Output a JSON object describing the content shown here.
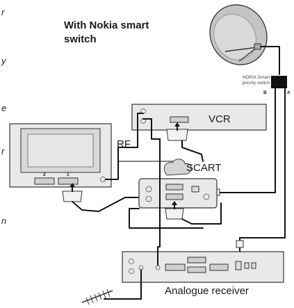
{
  "title_line1": "With Nokia smart",
  "title_line2": "switch",
  "labels": {
    "vcr": "VCR",
    "rf": "RF",
    "scart": "SCART",
    "analogue_receiver": "Analogue receiver",
    "switch_line1": "NOKIA Smart",
    "switch_line2": "priority switch",
    "port_b": "B",
    "port_a": "A",
    "tv_port_2": "2",
    "tv_port_1": "1"
  },
  "edge_text": [
    "r",
    "y",
    "e",
    "r",
    "n"
  ]
}
